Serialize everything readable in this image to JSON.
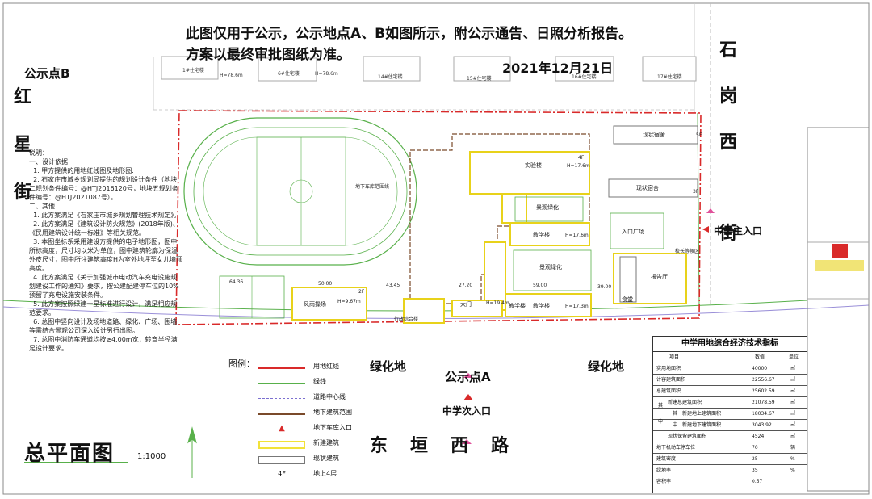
{
  "header": {
    "notice_line1": "此图仅用于公示，公示地点A、B如图所示，附公示通告、日照分析报告。",
    "notice_line2": "方案以最终审批图纸为准。",
    "date": "2021年12月21日"
  },
  "points": {
    "b": "公示点B",
    "a": "公示点A"
  },
  "streets": {
    "left": [
      "红",
      "星",
      "街"
    ],
    "right": [
      "石",
      "岗",
      "西",
      "街"
    ],
    "bottom": "东垣西路"
  },
  "gates": {
    "main": "中学主入口",
    "secondary": "中学次入口"
  },
  "green": {
    "left": "绿化地",
    "right": "绿化地"
  },
  "residential": [
    "1#住宅楼",
    "6#住宅楼",
    "14#住宅楼",
    "15#住宅楼",
    "16#住宅楼",
    "17#住宅楼"
  ],
  "residential_heights": [
    "H=78.6m",
    "H=78.6m"
  ],
  "site_labels": {
    "field": "地下车库范围线",
    "lab": "实验楼",
    "lab_h": "H=17.6m",
    "teach1": "教学楼",
    "teach1_h": "H=17.6m",
    "teach2": "教学楼",
    "teach2_h": "H=17.3m",
    "teach3": "教学楼",
    "teach3_h": "H=19.4m",
    "dorm1": "现状宿舍",
    "dorm2": "现状宿舍",
    "landscape1": "景观绿化",
    "landscape2": "景观绿化",
    "plaza": "入口广场",
    "admin": "报告厅",
    "canteen": "食堂",
    "gym": "风雨操场",
    "gym_h": "H=9.67m",
    "gate_hall": "大门",
    "principal": "校长等候区",
    "admin_office": "行政综合楼",
    "floors_5f": "5F",
    "floors_4f": "4F",
    "floors_3f": "3F",
    "floors_2f": "2F",
    "dims": [
      "64.36",
      "50.00",
      "27.20",
      "59.00",
      "39.00",
      "43.45"
    ]
  },
  "notes": {
    "heading": "说明：",
    "lines": [
      "一、设计依据",
      "  1. 甲方提供的用地红线图及地形图.",
      "  2. 石家庄市城乡规划局提供的规划设计条件（地块二规划条件编号：@HTJ2016120号，地块五规划条件编号：@HTJ2021087号）。",
      "二、其他",
      "  1. 此方案满足《石家庄市城乡规划管理技术规定》。",
      "  2. 此方案满足《建筑设计防火规范》(2018年版)、《民用建筑设计统一标准》等相关规范。",
      "  3. 本图坐标系采用建设方提供的电子地形图，图中所标高度，尺寸均以米为单位，图中建筑轮廓为保温外皮尺寸，图中所注建筑高度H为室外地坪至女儿墙顶高度。",
      "  4. 此方案满足《关于加强城市电动汽车充电设施规划建设工作的通知》要求，按公建配建停车位的10%预留了充电设施安装条件。",
      "  5. 此方案按照绿建一星标准进行设计，满足相应规范要求。",
      "  6. 总图中竖向设计及场地道路、绿化、广场、围墙等需结合景观公司深入设计另行出图。",
      "  7. 总图中消防车通道均按≥4.00m宽，转弯半径满足设计要求。"
    ]
  },
  "legend": {
    "heading": "图例：",
    "items": [
      {
        "label": "用地红线",
        "color": "#d92a2a",
        "style": "solid-thick"
      },
      {
        "label": "绿线",
        "color": "#58b04a",
        "style": "solid"
      },
      {
        "label": "道路中心线",
        "color": "#7b6fd0",
        "style": "dash"
      },
      {
        "label": "地下建筑范围",
        "color": "#7a4a2a",
        "style": "solid"
      },
      {
        "label": "地下车库入口",
        "color": "#d92a2a",
        "style": "arrow"
      },
      {
        "label": "新建建筑",
        "color": "#f2e23a",
        "style": "box-yellow"
      },
      {
        "label": "现状建筑",
        "color": "#777777",
        "style": "box-gray"
      },
      {
        "label": "地上4层",
        "color": "#111111",
        "style": "text-4f"
      }
    ],
    "floor_sample": "4F"
  },
  "title": {
    "main": "总平面图",
    "scale": "1:1000"
  },
  "table": {
    "title": "中学用地综合经济技术指标",
    "headers": [
      "项目",
      "数值",
      "单位"
    ],
    "rows": [
      {
        "label": "实用地面积",
        "value": "40000",
        "unit": "㎡",
        "indent": 0
      },
      {
        "label": "计容建筑面积",
        "value": "22556.67",
        "unit": "㎡",
        "indent": 0
      },
      {
        "label": "总建筑面积",
        "value": "25602.59",
        "unit": "㎡",
        "indent": 0
      },
      {
        "label": "新建总建筑面积",
        "value": "21078.59",
        "unit": "㎡",
        "indent": 1
      },
      {
        "label": "新建地上建筑面积",
        "value": "18034.67",
        "unit": "㎡",
        "indent": 2
      },
      {
        "label": "新建地下建筑面积",
        "value": "3043.92",
        "unit": "㎡",
        "indent": 2
      },
      {
        "label": "现状保留建筑面积",
        "value": "4524",
        "unit": "㎡",
        "indent": 1
      },
      {
        "label": "地下机动车停车位",
        "value": "70",
        "unit": "辆",
        "indent": 0
      },
      {
        "label": "建筑密度",
        "value": "25",
        "unit": "%",
        "indent": 0
      },
      {
        "label": "绿地率",
        "value": "35",
        "unit": "%",
        "indent": 0
      },
      {
        "label": "容积率",
        "value": "0.57",
        "unit": "",
        "indent": 0
      }
    ],
    "sub_labels": [
      "其",
      "中",
      "其",
      "中"
    ]
  },
  "colors": {
    "red_line": "#d92a2a",
    "green_line": "#58b04a",
    "new_building": "#f2e23a",
    "existing": "#8a8a8a",
    "underground": "#7a4a2a"
  }
}
